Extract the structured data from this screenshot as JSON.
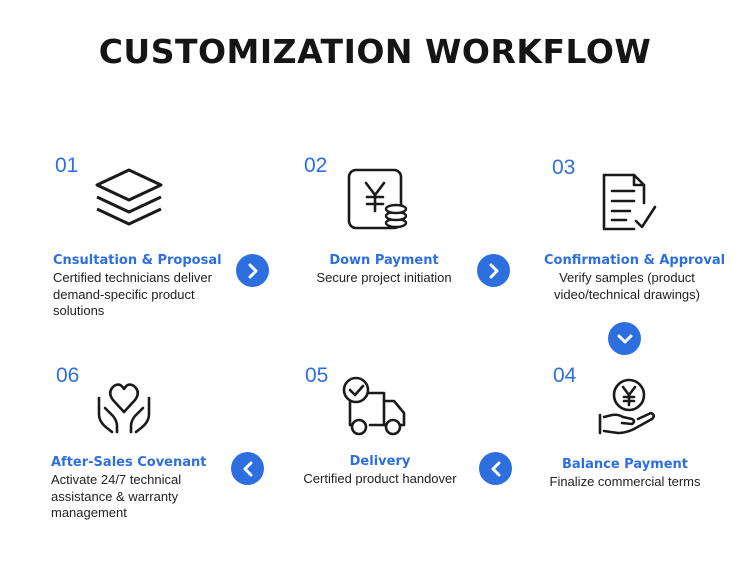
{
  "title": "CUSTOMIZATION WORKFLOW",
  "colors": {
    "accent": "#2e6fe0",
    "text": "#222222",
    "icon": "#1a1a1a"
  },
  "steps": [
    {
      "number": "01",
      "title": "Cnsultation & Proposal",
      "description": "Certified technicians deliver demand-specific product solutions",
      "icon": "layers-icon"
    },
    {
      "number": "02",
      "title": "Down Payment",
      "description": "Secure project initiation",
      "icon": "yen-payment-icon"
    },
    {
      "number": "03",
      "title": "Confirmation & Approval",
      "description": "Verify samples (product video/technical drawings)",
      "icon": "document-check-icon"
    },
    {
      "number": "04",
      "title": "Balance Payment",
      "description": "Finalize commercial terms",
      "icon": "hand-yen-icon"
    },
    {
      "number": "05",
      "title": "Delivery",
      "description": "Certified product handover",
      "icon": "delivery-truck-icon"
    },
    {
      "number": "06",
      "title": "After-Sales Covenant",
      "description": "Activate 24/7 technical assistance & warranty management",
      "icon": "hands-heart-icon"
    }
  ],
  "arrows": [
    "right-arrow-icon",
    "right-arrow-icon",
    "down-arrow-icon",
    "left-arrow-icon",
    "left-arrow-icon"
  ]
}
